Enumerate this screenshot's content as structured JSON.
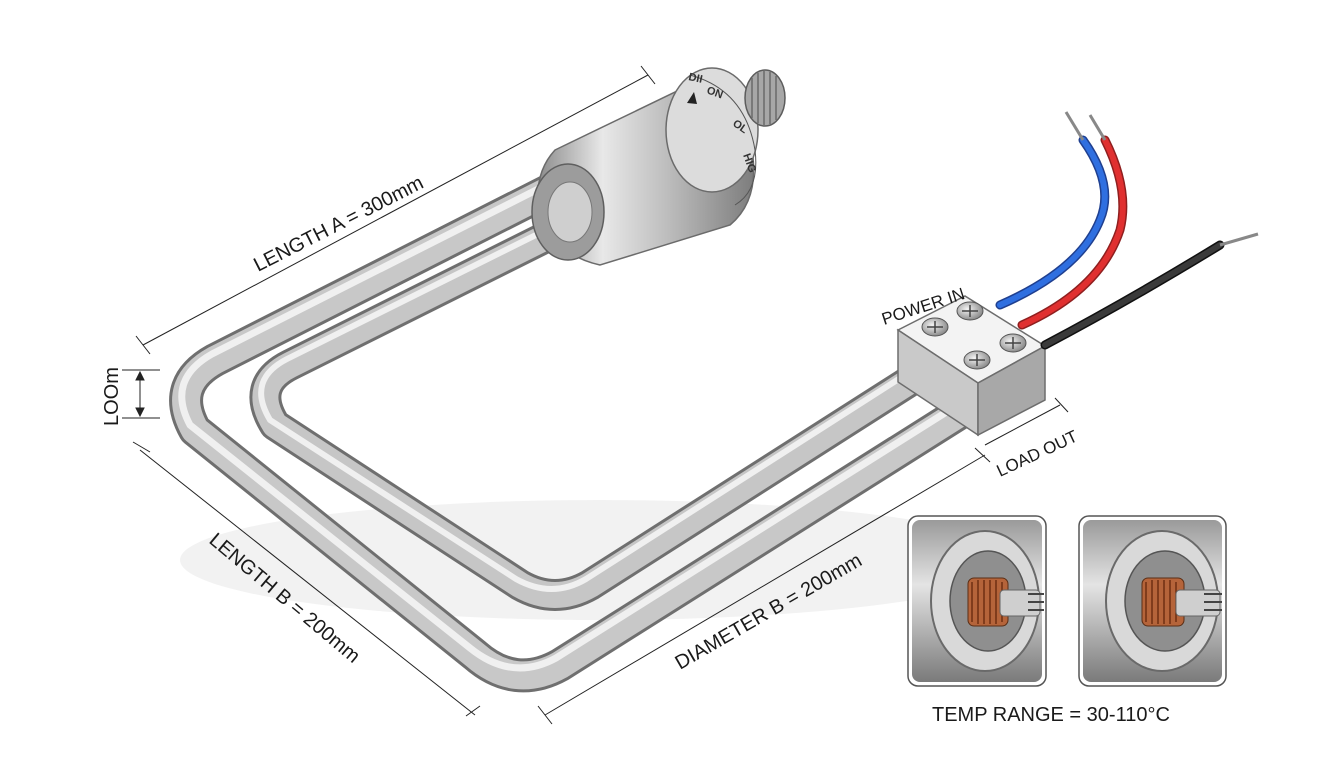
{
  "labels": {
    "length_a": "LENGTH A = 300mm",
    "length_b": "LENGTH B = 200mm",
    "diameter_b": "DIAMETER B = 200mm",
    "loom": "LOOm",
    "power_in": "POWER IN",
    "load_out": "LOAD OUT",
    "temp_range": "TEMP RANGE = 30-110°C"
  },
  "dial": {
    "markings": [
      "ON",
      "OL",
      "HIG",
      "DII"
    ]
  },
  "wires": {
    "colors": {
      "blue": "#1f5fd0",
      "red": "#d02828",
      "black": "#2a2a2a"
    }
  },
  "colors": {
    "metal_light": "#e6e6e6",
    "metal_mid": "#b5b5b5",
    "metal_dark": "#7a7a7a",
    "copper": "#b5643a"
  }
}
